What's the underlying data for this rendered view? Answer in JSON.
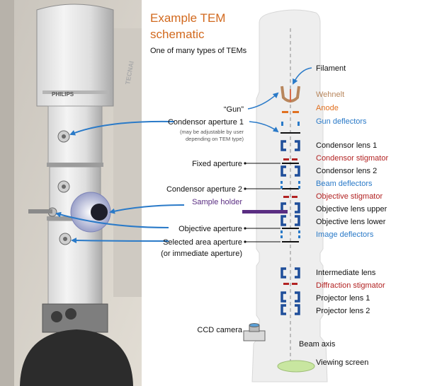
{
  "title_line1": "Example TEM",
  "title_line2": "schematic",
  "subtitle": "One of many types of TEMs",
  "photo": {
    "brand_text": "PHILIPS",
    "side_text": "TECNAI"
  },
  "left_labels": {
    "gun": "“Gun”",
    "condensor_aperture_1": "Condensor aperture 1",
    "condensor_aperture_1_note_line1": "(may be adjustable by user",
    "condensor_aperture_1_note_line2": "depending on TEM type)",
    "fixed_aperture": "Fixed aperture",
    "condensor_aperture_2": "Condensor aperture 2",
    "sample_holder": "Sample holder",
    "objective_aperture": "Objective aperture",
    "selected_area_aperture": "Selected area aperture",
    "selected_area_aperture_note": "(or immediate aperture)",
    "ccd_camera": "CCD camera"
  },
  "right_labels": {
    "filament": "Filament",
    "wehnelt": "Wehnelt",
    "anode": "Anode",
    "gun_deflectors": "Gun deflectors",
    "condensor_lens_1": "Condensor lens 1",
    "condensor_stigmator": "Condensor stigmator",
    "condensor_lens_2": "Condensor lens 2",
    "beam_deflectors": "Beam deflectors",
    "objective_stigmator": "Objective stigmator",
    "objective_lens_upper": "Objective lens upper",
    "objective_lens_lower": "Objective lens lower",
    "image_deflectors": "Image deflectors",
    "intermediate_lens": "Intermediate lens",
    "diffraction_stigmator": "Diffraction stigmator",
    "projector_lens_1": "Projector lens 1",
    "projector_lens_2": "Projector lens 2",
    "beam_axis": "Beam axis",
    "viewing_screen": "Viewing screen"
  },
  "colors": {
    "title": "#d2691e",
    "wehnelt": "#b8865c",
    "anode": "#e07020",
    "deflector_blue": "#2a7ac8",
    "stigmator_red": "#b22222",
    "sample_holder": "#5a2d82",
    "lens_navy": "#1f4e9a",
    "arrow_blue": "#2a7ac8",
    "text": "#111111",
    "column_fill": "#eeeeee",
    "screen_fill": "#c8e6a0"
  }
}
